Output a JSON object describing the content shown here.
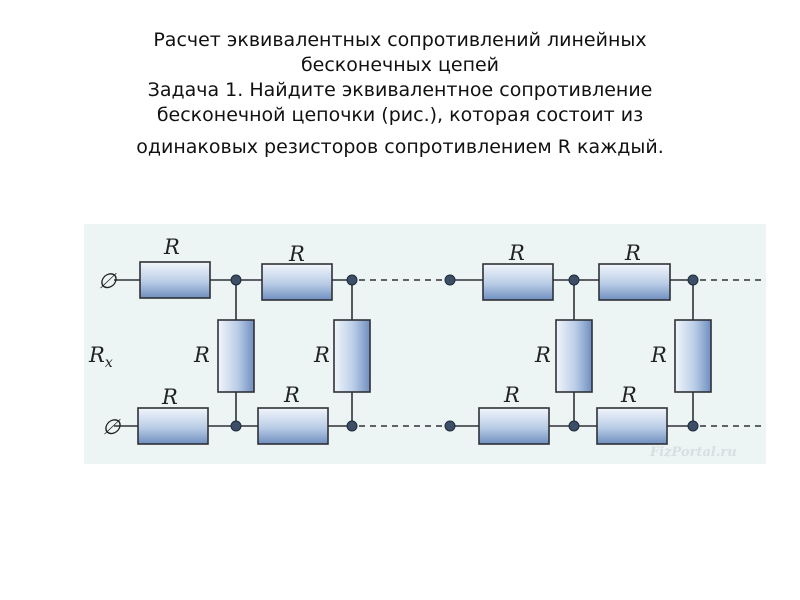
{
  "heading": {
    "line1": "Расчет эквивалентных сопротивлений линейных",
    "line2": "бесконечных цепей",
    "line3": "Задача 1. Найдите эквивалентное сопротивление",
    "line4": "бесконечной цепочки (рис.), которая состоит из",
    "line5": "одинаковых резисторов сопротивлением R каждый."
  },
  "figure": {
    "background_color": "#ecf4f4",
    "resistor_fill": "#c9d8ec",
    "wire_color": "#2f3136",
    "node_color": "#3d4f66",
    "terminal_symbol": "∅",
    "input_resistance_label": "R",
    "input_resistance_subscript": "x",
    "resistors": [
      {
        "id": "top-1",
        "label": "R"
      },
      {
        "id": "top-2",
        "label": "R"
      },
      {
        "id": "top-3",
        "label": "R"
      },
      {
        "id": "top-4",
        "label": "R"
      },
      {
        "id": "bottom-1",
        "label": "R"
      },
      {
        "id": "bottom-2",
        "label": "R"
      },
      {
        "id": "bottom-3",
        "label": "R"
      },
      {
        "id": "bottom-4",
        "label": "R"
      },
      {
        "id": "shunt-1",
        "label": "R"
      },
      {
        "id": "shunt-2",
        "label": "R"
      },
      {
        "id": "shunt-3",
        "label": "R"
      },
      {
        "id": "shunt-4",
        "label": "R"
      }
    ],
    "watermark": "FizPortal.ru"
  }
}
